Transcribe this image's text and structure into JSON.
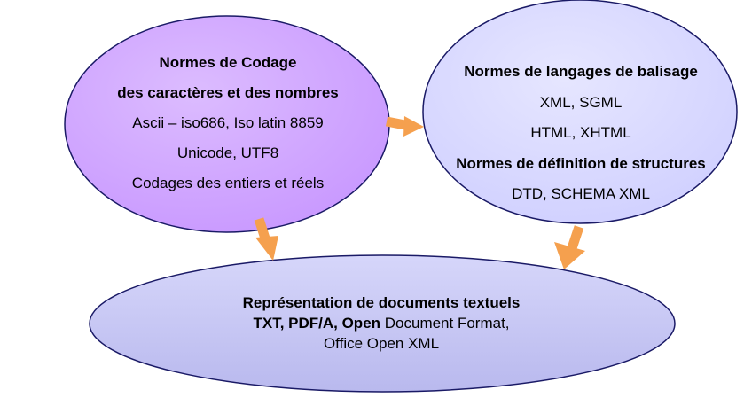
{
  "colors": {
    "ellipse_codage_fill": "#c999ff",
    "ellipse_balisage_fill": "#d0d0ff",
    "ellipse_docs_fill": "#b9b9ee",
    "ellipse_stroke": "#1a1a66",
    "arrow": "#f5a04e",
    "background": "#ffffff"
  },
  "nodes": {
    "codage": {
      "lines": [
        {
          "text": "Normes de Codage",
          "bold": true
        },
        {
          "text": "des caractères et des nombres",
          "bold": true
        },
        {
          "text": "Ascii – iso686, Iso latin 8859",
          "bold": false
        },
        {
          "text": "Unicode, UTF8",
          "bold": false
        },
        {
          "text": "Codages des entiers et réels",
          "bold": false
        }
      ]
    },
    "balisage": {
      "lines": [
        {
          "text": "Normes  de langages de balisage",
          "bold": true
        },
        {
          "text": "XML,    SGML",
          "bold": false
        },
        {
          "text": "HTML,  XHTML",
          "bold": false
        },
        {
          "text": "Normes de définition de structures",
          "bold": true
        },
        {
          "text": "DTD,  SCHEMA XML",
          "bold": false
        }
      ]
    },
    "documents": {
      "title": "Représentation de documents textuels",
      "formats_bold": "TXT, PDF/A, Open",
      "formats_rest": " Document Format,",
      "last_line": "Office Open XML"
    }
  },
  "edges": [
    {
      "from": "codage",
      "to": "balisage",
      "icon": "arrow-right-icon"
    },
    {
      "from": "codage",
      "to": "documents",
      "icon": "arrow-down-icon"
    },
    {
      "from": "balisage",
      "to": "documents",
      "icon": "arrow-down-icon"
    }
  ]
}
